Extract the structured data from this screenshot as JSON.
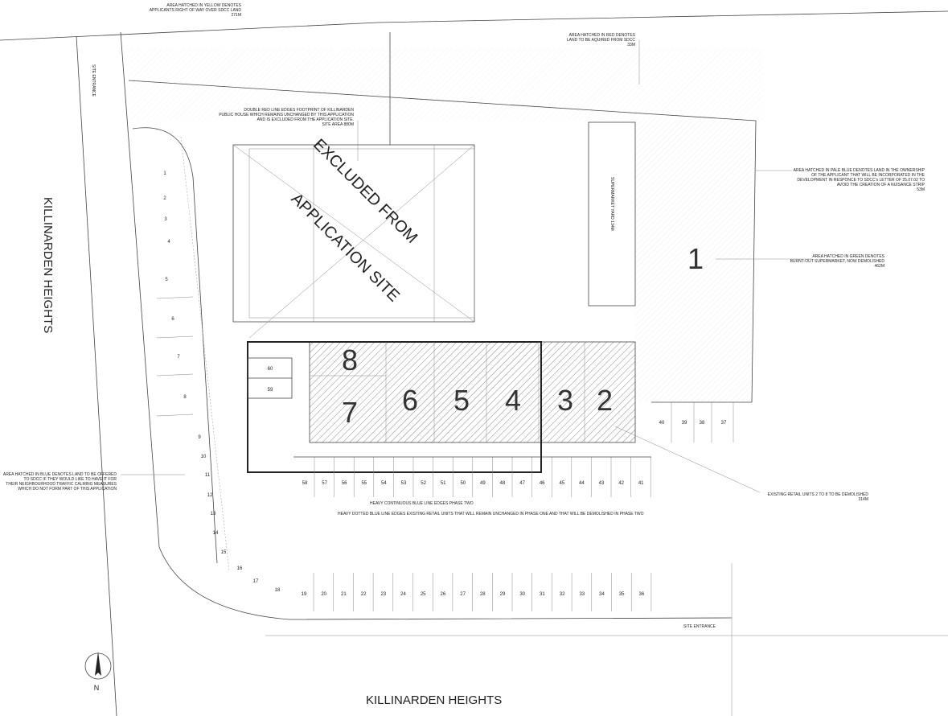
{
  "notes": {
    "yellow": [
      "AREA HATCHED IN YELLOW DENOTES",
      "APPLICANTS RIGHT OF WAY OVER SDCC LAND",
      "271M"
    ],
    "red": [
      "AREA HATCHED IN RED DENOTES",
      "LAND TO BE AQUIRED FROM SDCC",
      "33M"
    ],
    "pub": [
      "DOUBLE RED LINE EDGES FOOTPRINT OF KILLINARDEN",
      "PUBLIC HOUSE WHICH REMAINS UNCHANGED BY THIS APPLICATION",
      "AND IS EXCLUDED FROM THE APPLICATION SITE.",
      "SITE AREA 880M"
    ],
    "paleblue": [
      "AREA HATCHED IN PALE BLUE DENOTES LAND IN THE OWNERSHIP",
      "OF THE APPLICANT THAT WILL BE INCORPORATED IN THE",
      "DEVELOPMENT IN RESPONCE TO SDCC's LETTER OF 25.07.02 TO",
      "AVOID THE CREATION OF A NUISANCE STRIP",
      "53M"
    ],
    "green": [
      "AREA HATCHED IN GREEN DENOTES",
      "BURNT-OUT SUPERMARKET, NOW DEMOLISHED",
      "462M"
    ],
    "blue": [
      "AREA HATCHED IN BLUE DENOTES LAND TO BE OFFERED",
      "TO SDCC IF THEY WOULD LIKE TO HAVE IT FOR",
      "THEIR NEIGHBOURHOOD TRAFFIC CALMING MEASURES",
      "WHICH DO NOT FORM PART OF THIS APPLICATION"
    ],
    "retail": [
      "EXISTING RETAIL UNITS 2 TO 8 TO BE DEMOLISHED",
      "314M"
    ],
    "phase_two": "HEAVY CONTINUOUS BLUE LINE EDGES PHASE TWO",
    "dotted": "HEAVY DOTTED BLUE LINE EDGES EXISTING RETAIL UNITS THAT WILL REMAIN UNCHANGED IN PHASE ONE  AND THAT WILL BE DEMOLISHED IN PHASE TWO"
  },
  "labels": {
    "excluded_line1": "EXCLUDED FROM",
    "excluded_line2": "APPLICATION SITE",
    "supermarket_yard": "SUPERMARKET YARD  134M",
    "site_entrance_top": "SITE ENTRANCE",
    "site_entrance_bottom": "SITE ENTRANCE",
    "road_left": "KILLINARDEN HEIGHTS",
    "road_bottom": "KILLINARDEN HEIGHTS",
    "north": "N",
    "site_1": "1"
  },
  "units": [
    "8",
    "7",
    "6",
    "5",
    "4",
    "3",
    "2"
  ],
  "parking": {
    "left_top": [
      "1",
      "2",
      "3",
      "4"
    ],
    "left_mid": [
      "5",
      "6",
      "7",
      "8"
    ],
    "curve": [
      "9",
      "10",
      "11",
      "12",
      "13",
      "14",
      "15",
      "16",
      "17",
      "18"
    ],
    "bottom": [
      "19",
      "20",
      "21",
      "22",
      "23",
      "24",
      "25",
      "26",
      "27",
      "28",
      "29",
      "30",
      "31",
      "32",
      "33",
      "34",
      "35",
      "36"
    ],
    "right": [
      "40",
      "39",
      "38",
      "37"
    ],
    "middle": [
      "58",
      "57",
      "56",
      "55",
      "54",
      "53",
      "52",
      "51",
      "50",
      "49",
      "48",
      "47",
      "46",
      "45",
      "44",
      "43",
      "42",
      "41"
    ],
    "block": [
      "60",
      "59"
    ]
  }
}
